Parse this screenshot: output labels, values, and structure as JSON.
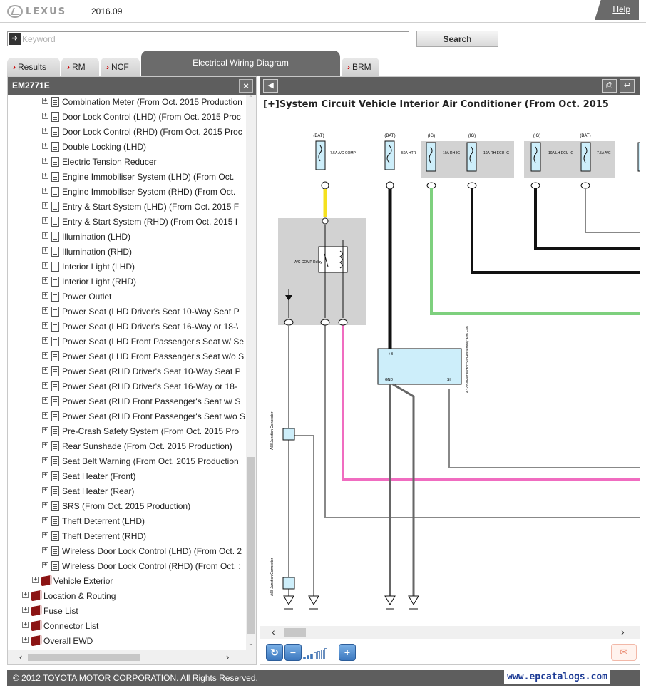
{
  "header": {
    "brand": "LEXUS",
    "version": "2016.09",
    "help_label": "Help"
  },
  "search": {
    "placeholder": "Keyword",
    "value": "",
    "button_label": "Search"
  },
  "tabs": [
    {
      "label": "Results",
      "active": false
    },
    {
      "label": "RM",
      "active": false
    },
    {
      "label": "NCF",
      "active": false
    },
    {
      "label": "Electrical Wiring Diagram",
      "active": true
    },
    {
      "label": "BRM",
      "active": false
    }
  ],
  "left_panel": {
    "title": "EM2771E",
    "close_label": "×",
    "items": [
      {
        "label": "Combination Meter (From Oct. 2015 Production",
        "type": "doc",
        "level": 3
      },
      {
        "label": "Door Lock Control (LHD) (From Oct. 2015 Proc",
        "type": "doc",
        "level": 3
      },
      {
        "label": "Door Lock Control (RHD) (From Oct. 2015 Proc",
        "type": "doc",
        "level": 3
      },
      {
        "label": "Double Locking (LHD)",
        "type": "doc",
        "level": 3
      },
      {
        "label": "Electric Tension Reducer",
        "type": "doc",
        "level": 3
      },
      {
        "label": "Engine Immobiliser System (LHD) (From Oct.",
        "type": "doc",
        "level": 3
      },
      {
        "label": "Engine Immobiliser System (RHD) (From Oct.",
        "type": "doc",
        "level": 3
      },
      {
        "label": "Entry & Start System (LHD) (From Oct. 2015 F",
        "type": "doc",
        "level": 3
      },
      {
        "label": "Entry & Start System (RHD) (From Oct. 2015 I",
        "type": "doc",
        "level": 3
      },
      {
        "label": "Illumination (LHD)",
        "type": "doc",
        "level": 3
      },
      {
        "label": "Illumination (RHD)",
        "type": "doc",
        "level": 3
      },
      {
        "label": "Interior Light (LHD)",
        "type": "doc",
        "level": 3
      },
      {
        "label": "Interior Light (RHD)",
        "type": "doc",
        "level": 3
      },
      {
        "label": "Power Outlet",
        "type": "doc",
        "level": 3
      },
      {
        "label": "Power Seat (LHD Driver's Seat 10-Way Seat P",
        "type": "doc",
        "level": 3
      },
      {
        "label": "Power Seat (LHD Driver's Seat 16-Way or 18-\\",
        "type": "doc",
        "level": 3
      },
      {
        "label": "Power Seat (LHD Front Passenger's Seat w/ Se",
        "type": "doc",
        "level": 3
      },
      {
        "label": "Power Seat (LHD Front Passenger's Seat w/o S",
        "type": "doc",
        "level": 3
      },
      {
        "label": "Power Seat (RHD Driver's Seat 10-Way Seat P",
        "type": "doc",
        "level": 3
      },
      {
        "label": "Power Seat (RHD Driver's Seat 16-Way or 18-",
        "type": "doc",
        "level": 3
      },
      {
        "label": "Power Seat (RHD Front Passenger's Seat w/ S",
        "type": "doc",
        "level": 3
      },
      {
        "label": "Power Seat (RHD Front Passenger's Seat w/o S",
        "type": "doc",
        "level": 3
      },
      {
        "label": "Pre-Crash Safety System (From Oct. 2015 Pro",
        "type": "doc",
        "level": 3
      },
      {
        "label": "Rear Sunshade (From Oct. 2015 Production)",
        "type": "doc",
        "level": 3
      },
      {
        "label": "Seat Belt Warning (From Oct. 2015 Production",
        "type": "doc",
        "level": 3
      },
      {
        "label": "Seat Heater (Front)",
        "type": "doc",
        "level": 3
      },
      {
        "label": "Seat Heater (Rear)",
        "type": "doc",
        "level": 3
      },
      {
        "label": "SRS (From Oct. 2015 Production)",
        "type": "doc",
        "level": 3
      },
      {
        "label": "Theft Deterrent (LHD)",
        "type": "doc",
        "level": 3
      },
      {
        "label": "Theft Deterrent (RHD)",
        "type": "doc",
        "level": 3
      },
      {
        "label": "Wireless Door Lock Control (LHD) (From Oct. 2",
        "type": "doc",
        "level": 3
      },
      {
        "label": "Wireless Door Lock Control (RHD) (From Oct. :",
        "type": "doc",
        "level": 3
      },
      {
        "label": "Vehicle Exterior",
        "type": "book",
        "level": 2
      },
      {
        "label": "Location & Routing",
        "type": "book",
        "level": 1
      },
      {
        "label": "Fuse List",
        "type": "book",
        "level": 1
      },
      {
        "label": "Connector List",
        "type": "book",
        "level": 1
      },
      {
        "label": "Overall EWD",
        "type": "book",
        "level": 1
      }
    ]
  },
  "diagram": {
    "title": "[+]System Circuit  Vehicle Interior  Air Conditioner (From Oct. 2015",
    "labels": {
      "bat": "(BAT)",
      "ig": "(IG)",
      "f1": "7.5A A/C COMP",
      "f2": "50A HTR",
      "f3": "10A RH-IG",
      "f4": "10A RH ECU-IG",
      "f5": "10A LH ECU-IG",
      "f6": "7.5A A/C",
      "relay": "A/C COMP Relay",
      "blower": "A32 Blower Motor Sub-Assembly with Fan",
      "jc1": "A68 Junction Connector",
      "jc2": "A68 Junction Connector",
      "gnd": "GND",
      "si": "SI",
      "plus_b": "+B"
    }
  },
  "footer": {
    "copyright": "© 2012 TOYOTA MOTOR CORPORATION. All Rights Reserved.",
    "link": "www.epcatalogs.com"
  },
  "colors": {
    "accent_red": "#cc0000",
    "header_gray": "#5e5e5e",
    "wire_yellow": "#f5e11e",
    "wire_green": "#7ed07e",
    "wire_pink": "#f06cc0",
    "component_fill": "#cdeefa"
  }
}
